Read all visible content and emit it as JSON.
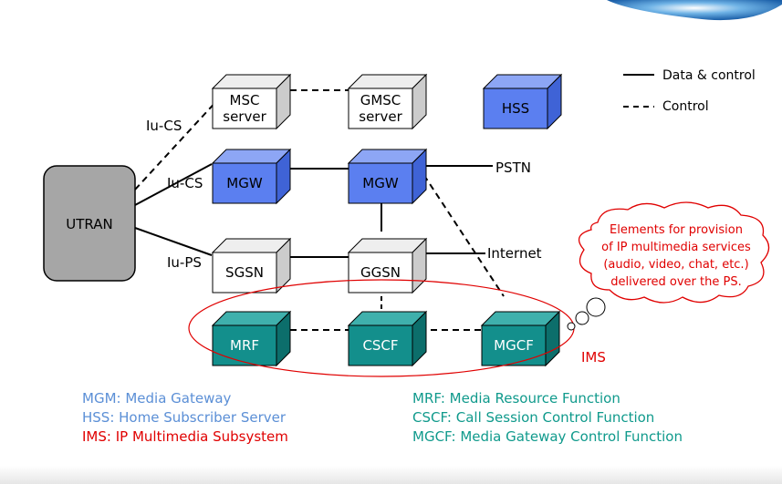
{
  "nodes": {
    "msc": "MSC\nserver",
    "gmsc": "GMSC\nserver",
    "hss": "HSS",
    "mgw1": "MGW",
    "mgw2": "MGW",
    "sgsn": "SGSN",
    "ggsn": "GGSN",
    "mrf": "MRF",
    "cscf": "CSCF",
    "mgcf": "MGCF",
    "utran": "UTRAN"
  },
  "link_labels": {
    "iu_cs_top": "Iu-CS",
    "iu_cs_mid": "Iu-CS",
    "iu_ps": "Iu-PS",
    "pstn": "PSTN",
    "internet": "Internet",
    "ims": "IMS"
  },
  "legend": {
    "data_control": "Data & control",
    "control": "Control"
  },
  "thought": [
    "Elements for provision",
    "of IP multimedia services",
    "(audio, video, chat, etc.)",
    "delivered over the PS."
  ],
  "footer": {
    "left": [
      "MGM: Media Gateway",
      "HSS: Home Subscriber Server",
      "IMS: IP Multimedia Subsystem"
    ],
    "right": [
      "MRF: Media Resource Function",
      "CSCF: Call Session Control Function",
      "MGCF: Media Gateway Control Function"
    ]
  },
  "colors": {
    "white_box": "#ffffff",
    "blue_box": "#5b7ff0",
    "teal_box": "#138f8c",
    "utran": "#a6a6a6",
    "ims_red": "#e00000",
    "light_blue_text": "#5b8fd6",
    "teal_text": "#109a8c",
    "red_text": "#e00000"
  }
}
